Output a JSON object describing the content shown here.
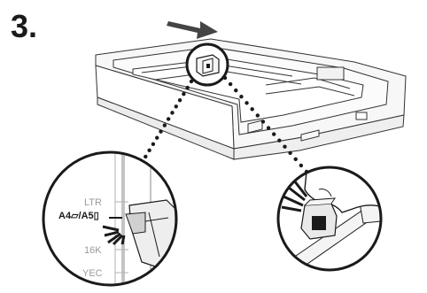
{
  "step": {
    "number": "3."
  },
  "illustration": {
    "main": "paper-drawer",
    "arrow_direction": "back",
    "left_detail": {
      "labels": {
        "ltr": "LTR",
        "a4_a5": "A4▱/A5▯",
        "k16": "16K",
        "yec": "YEC"
      },
      "highlighted": "a4_a5"
    },
    "right_detail": {
      "action": "slide-guide"
    }
  },
  "colors": {
    "line": "#1a1a1a",
    "arrow": "#444444",
    "tray_fill": "#f7f7f7"
  }
}
